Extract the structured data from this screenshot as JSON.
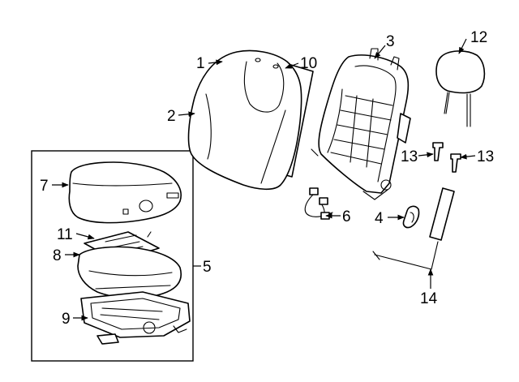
{
  "diagram": {
    "callouts": [
      {
        "id": "1",
        "text": "1"
      },
      {
        "id": "2",
        "text": "2"
      },
      {
        "id": "3",
        "text": "3"
      },
      {
        "id": "4",
        "text": "4"
      },
      {
        "id": "5",
        "text": "5"
      },
      {
        "id": "6",
        "text": "6"
      },
      {
        "id": "7",
        "text": "7"
      },
      {
        "id": "8",
        "text": "8"
      },
      {
        "id": "9",
        "text": "9"
      },
      {
        "id": "10",
        "text": "10"
      },
      {
        "id": "11",
        "text": "11"
      },
      {
        "id": "12",
        "text": "12"
      },
      {
        "id": "13a",
        "text": "13"
      },
      {
        "id": "13b",
        "text": "13"
      },
      {
        "id": "14",
        "text": "14"
      }
    ],
    "line_color": "#000000",
    "background": "#ffffff"
  }
}
